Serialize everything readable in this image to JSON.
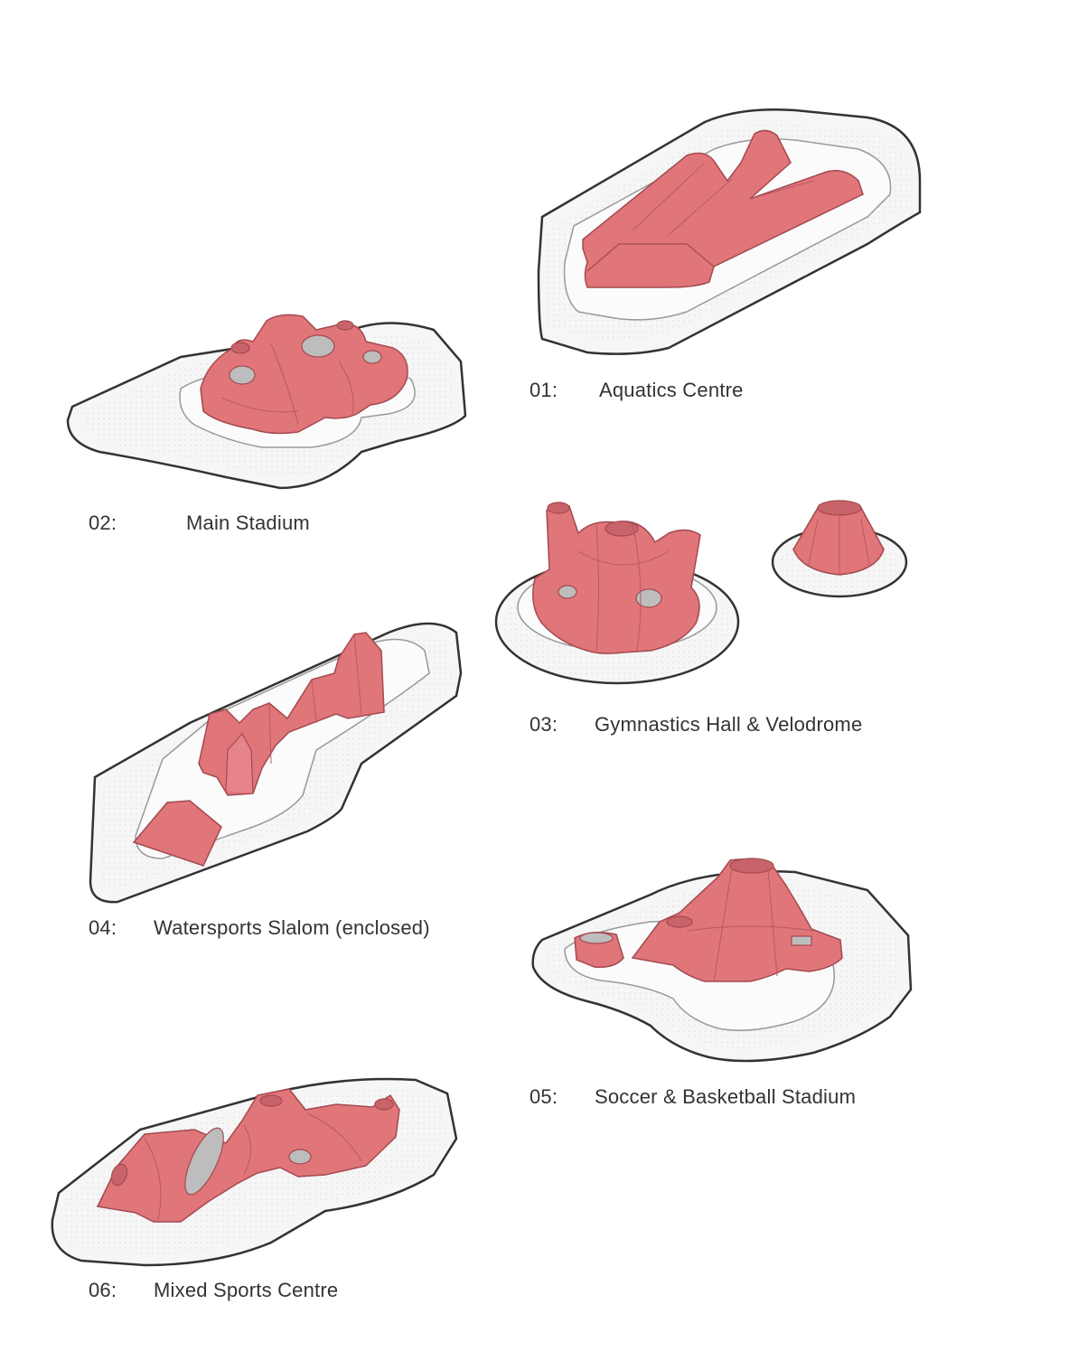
{
  "colors": {
    "building_fill": "#e0757a",
    "building_stroke": "#a34a50",
    "base_fill": "#f7f7f7",
    "base_stroke": "#3a3a3a",
    "inner_line": "#9c9c9c",
    "opening_fill": "#bdbdbd",
    "label_text": "#333333"
  },
  "icons": [
    "building-massing",
    "site-plinth",
    "roof-opening"
  ],
  "venues": [
    {
      "number": "01:",
      "title": "Aquatics Centre"
    },
    {
      "number": "02:",
      "title": "Main Stadium"
    },
    {
      "number": "03:",
      "title": "Gymnastics Hall & Velodrome"
    },
    {
      "number": "04:",
      "title": "Watersports Slalom (enclosed)"
    },
    {
      "number": "05:",
      "title": "Soccer & Basketball Stadium"
    },
    {
      "number": "06:",
      "title": "Mixed Sports Centre"
    }
  ]
}
